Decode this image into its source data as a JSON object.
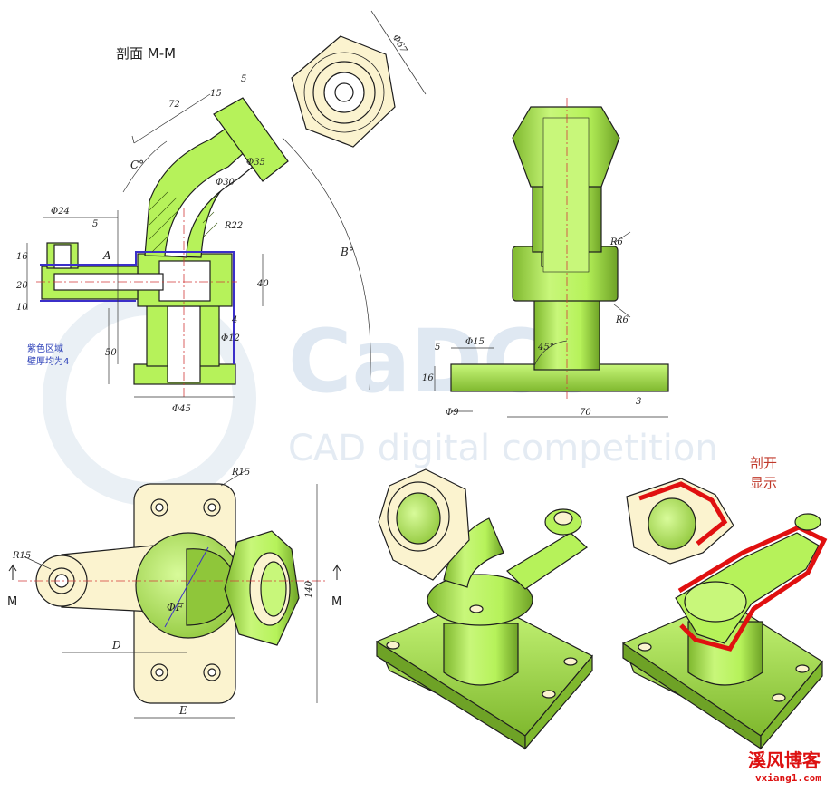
{
  "title_section": "剖面 M-M",
  "note": {
    "line1": "紫色区域",
    "line2": "壁厚均为4"
  },
  "watermark": {
    "main": "CaDCs",
    "sub": "CAD digital competition"
  },
  "cutaway_label": {
    "line1": "剖开",
    "line2": "显示"
  },
  "stamp": {
    "main": "溪风博客",
    "url": "vxiang1.com"
  },
  "section_marker": "M",
  "dims": {
    "section": {
      "d72": "72",
      "d15": "15",
      "d5a": "5",
      "d35": "Φ35",
      "d30": "Φ30",
      "c": "C°",
      "r22": "R22",
      "d24": "Φ24",
      "d5b": "5",
      "a": "A",
      "d16": "16",
      "d20": "20",
      "d10": "10",
      "d40": "40",
      "d4": "4",
      "d12": "Φ12",
      "d50": "50",
      "d45": "Φ45",
      "b": "B°"
    },
    "top_hex": {
      "d67": "Φ67"
    },
    "side": {
      "r6a": "R6",
      "r6b": "R6",
      "d15": "Φ15",
      "d5": "5",
      "a45": "45°",
      "d16": "16",
      "d9": "Φ9",
      "d70": "70",
      "d3": "3"
    },
    "plan": {
      "r15a": "R15",
      "r15b": "R15",
      "f": "ΦF",
      "d": "D",
      "e": "E",
      "d140": "140"
    }
  },
  "colors": {
    "green": "#b6f25a",
    "green_dark": "#5f8f1e",
    "cream": "#fbf3cf",
    "outline": "#1e1e1e",
    "purple": "#3b2fc9",
    "cut_red": "#e01010",
    "center": "#d23a3a"
  }
}
